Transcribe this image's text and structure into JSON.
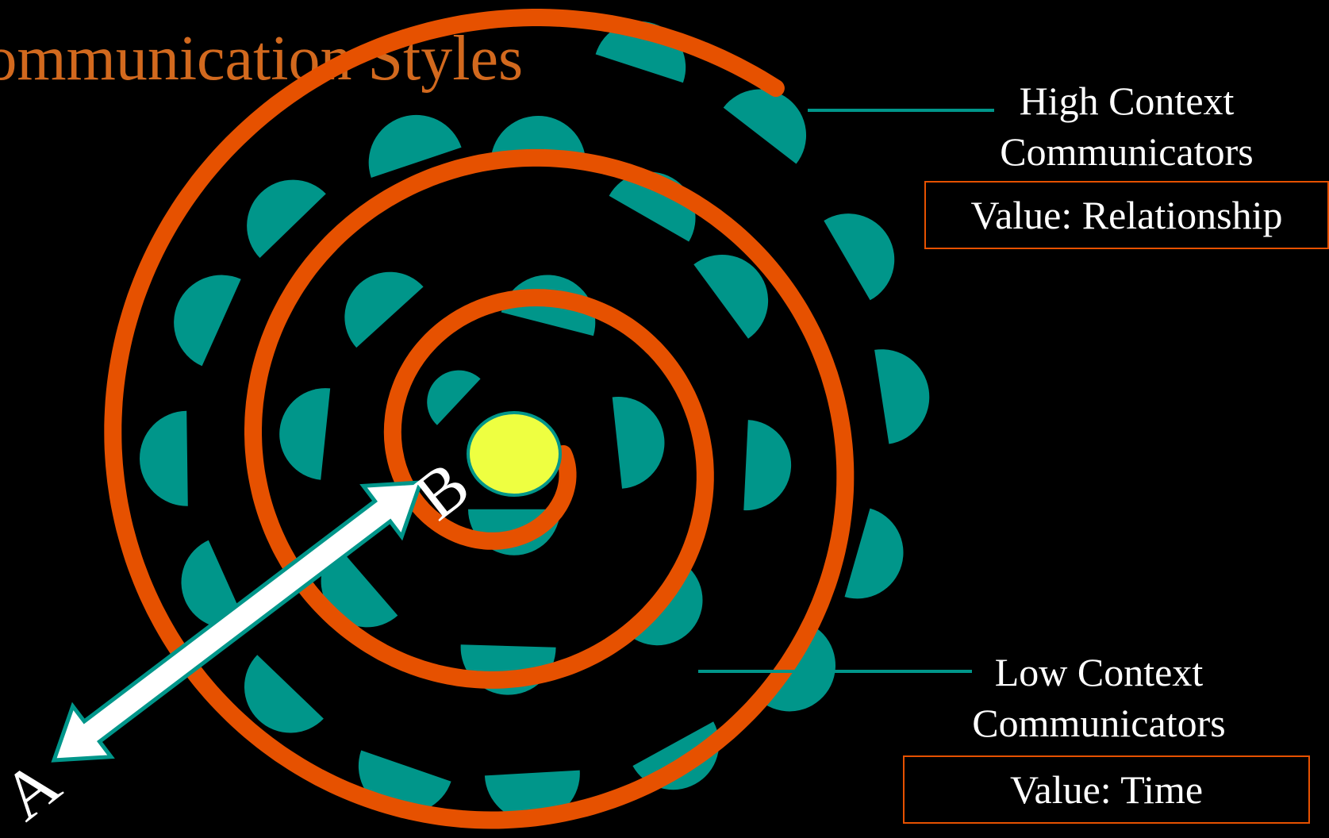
{
  "slide": {
    "title": "Communication Styles",
    "colors": {
      "background": "#000000",
      "title": "#D2691E",
      "spiral": "#E65100",
      "people": "#00968A",
      "center": "#EEFF41",
      "arrow": "#FFFFFF",
      "connector": "#00968A",
      "box_border": "#E65100"
    }
  },
  "high_context": {
    "line1": "High Context",
    "line2": "Communicators",
    "value": "Value: Relationship"
  },
  "low_context": {
    "line1": "Low Context",
    "line2": "Communicators",
    "value": "Value: Time"
  },
  "arrow": {
    "start_label": "A",
    "end_label": "B"
  }
}
